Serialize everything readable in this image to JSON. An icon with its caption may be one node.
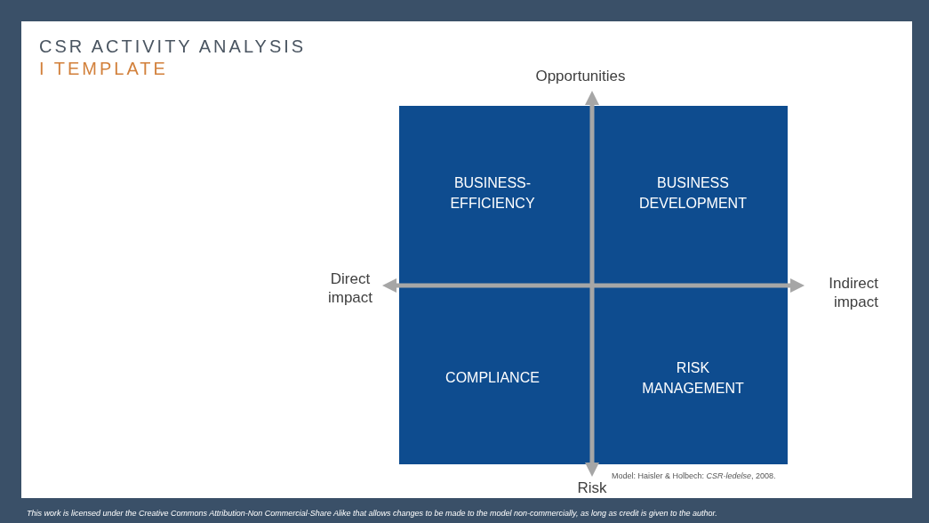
{
  "diagram": {
    "title": "CSR ACTIVITY ANALYSIS",
    "nodes": [
      {
        "text": [
          "BUSINESS- EFFICIENCY"
        ]
      },
      {
        "text": [
          "BUSINESS DEVELOPMENT"
        ]
      },
      {
        "text": [
          "COMPLIANCE"
        ]
      },
      {
        "text": [
          "RISK MANAGEMENT"
        ]
      }
    ],
    "edges": [],
    "labels": [
      "I TEMPLATE",
      "Opportunities",
      "Direct impact",
      "Indirect impact",
      "Risk",
      "Model: Haisler & Holbech: *CSR-ledelse*, 2008.",
      "This work is licensed under the Creative Commons Attribution-Non Commercial-Share Alike that allows changes to be made to the model non-commercially, as long as credit is given to the author."
    ]
  }
}
